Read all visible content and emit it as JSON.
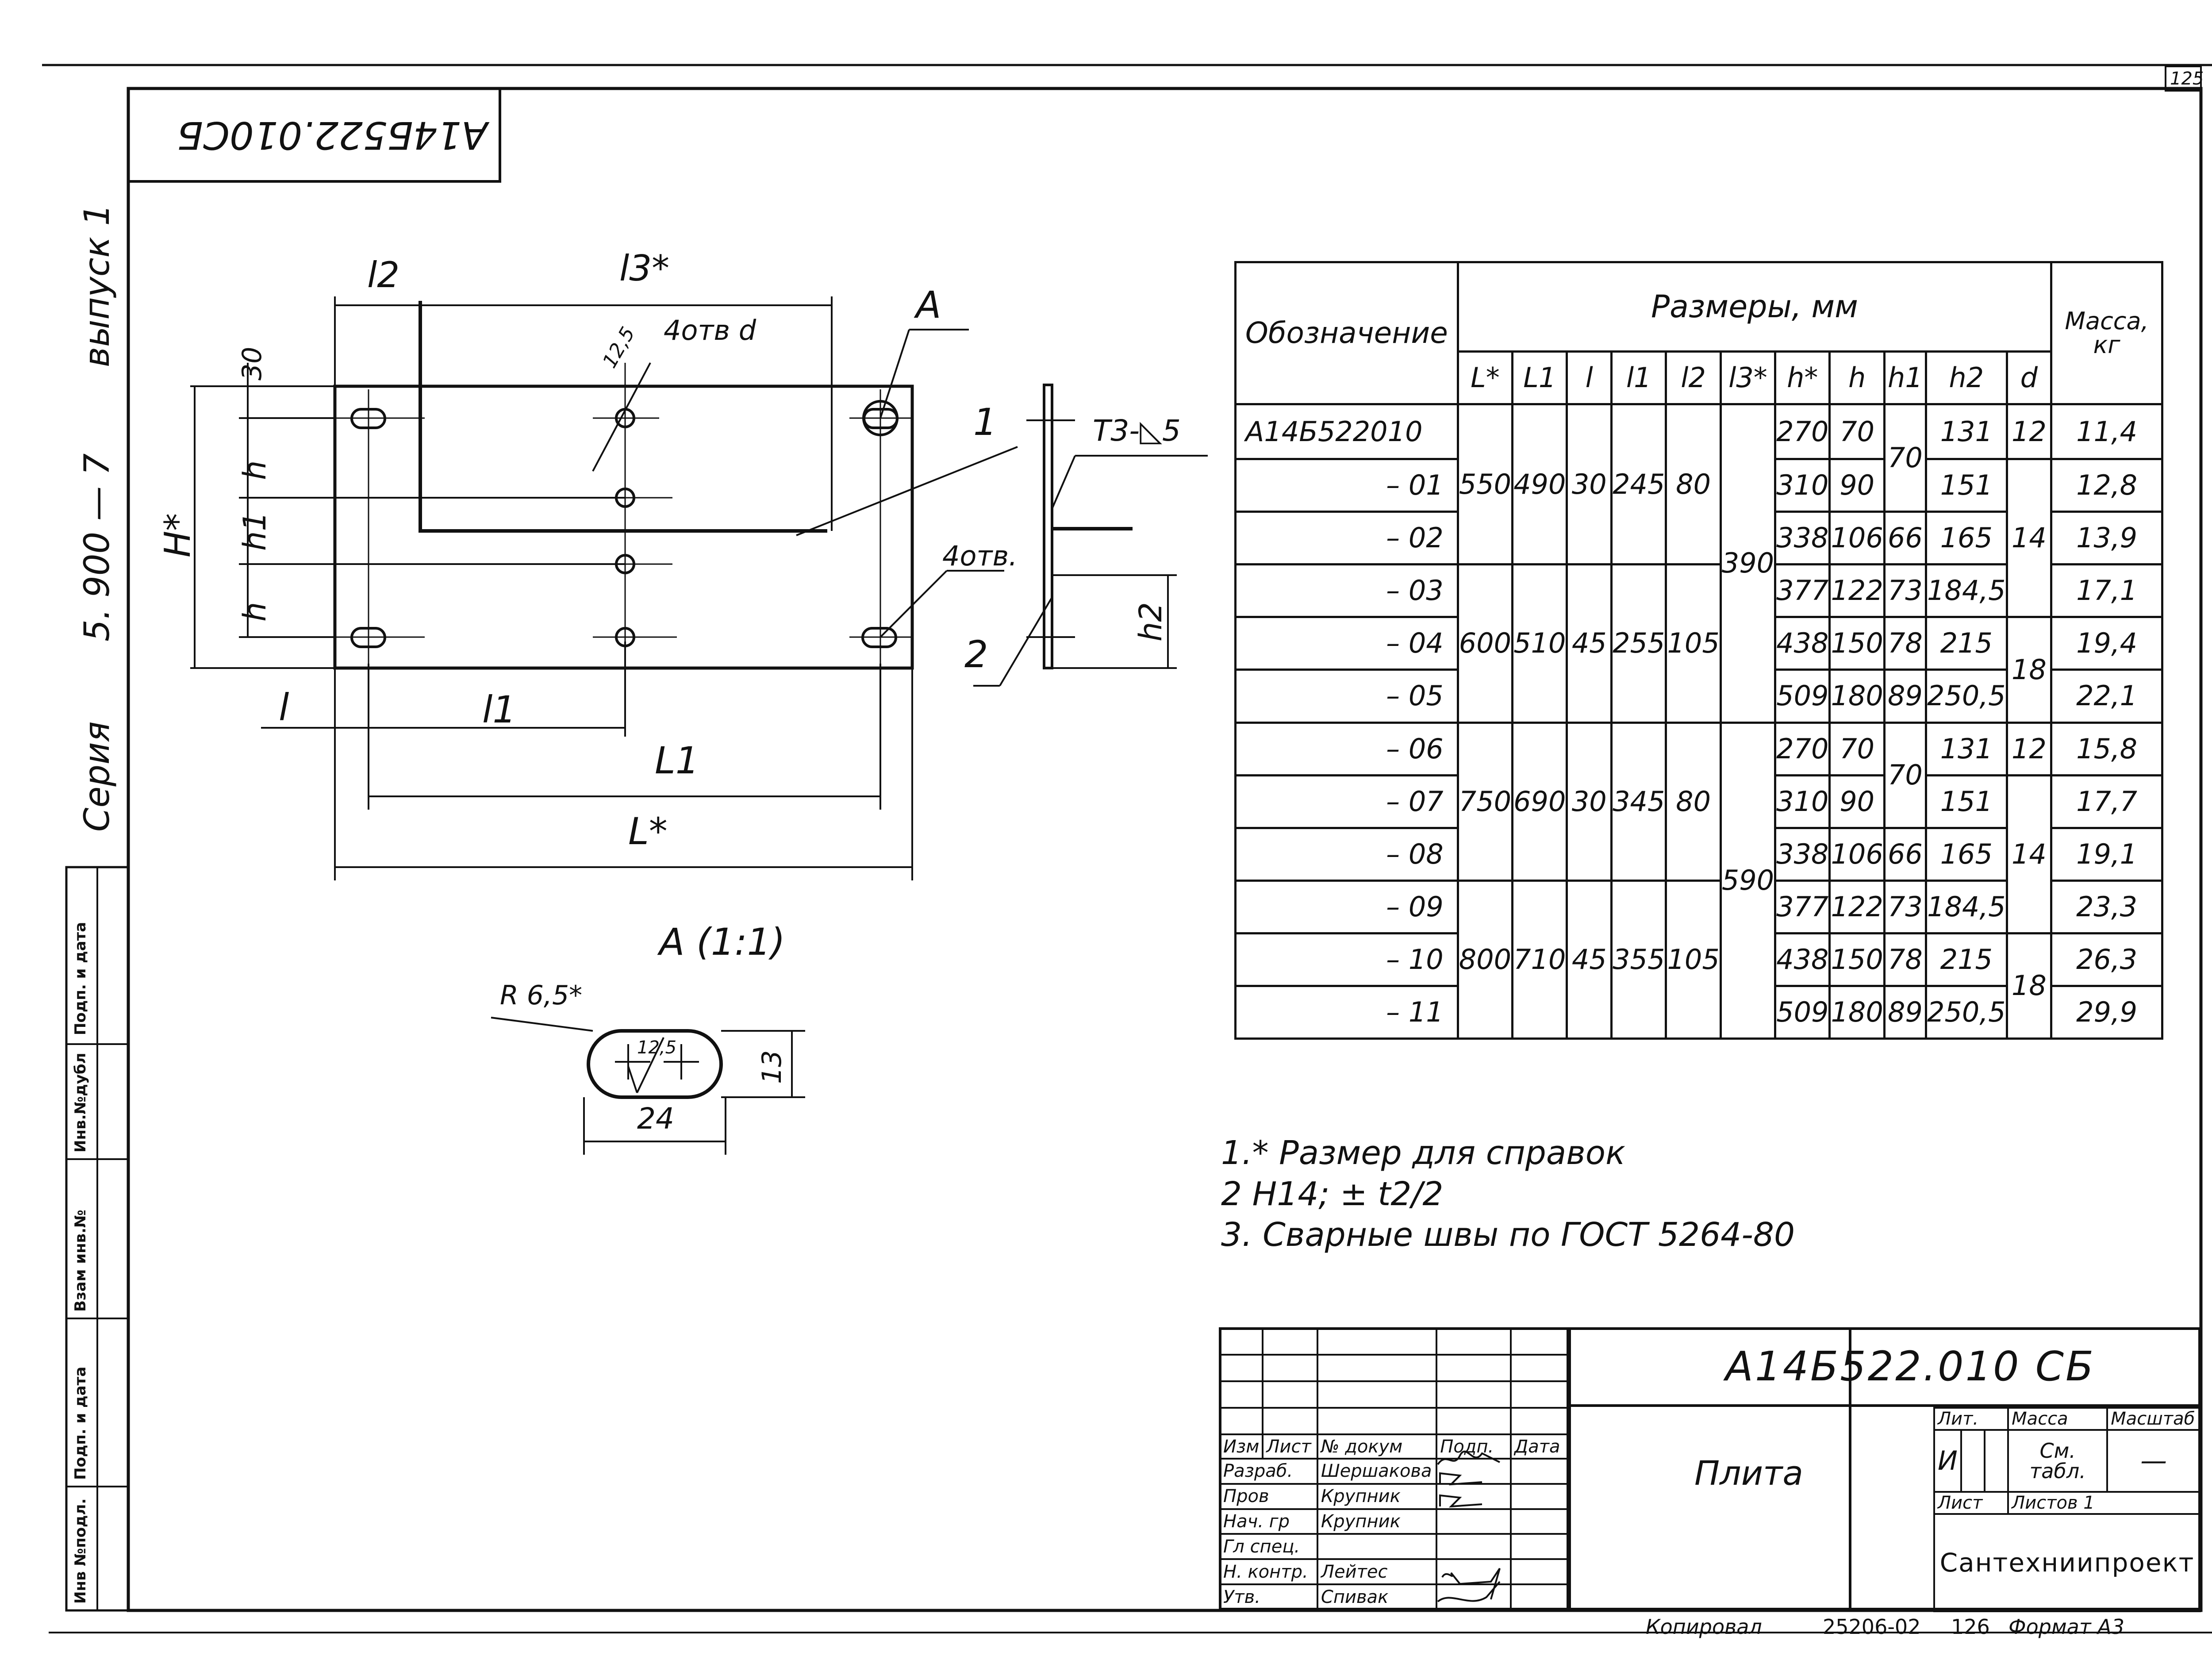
{
  "sheet": {
    "page_number": "125",
    "stamp_code": "А14Б522.010СБ",
    "series_label": "Серия",
    "series_value": "5. 900 — 7",
    "issue_label": "выпуск 1"
  },
  "margin_labels": [
    "Инв №подл.",
    "Подп. и дата",
    "Взам инв.№",
    "Инв.№дубл",
    "Подп. и дата"
  ],
  "drawing": {
    "dims": {
      "l2": "l2",
      "l3": "l3*",
      "hole_spec": "4отв d",
      "dim_125": "12,5",
      "view_a": "A",
      "dim_30": "30",
      "h_top": "h",
      "h1": "h1",
      "h_bottom": "h",
      "H": "H*",
      "hole_spec2": "4отв.",
      "l": "l",
      "l1": "l1",
      "L1": "L1",
      "L": "L*",
      "part1": "1",
      "part2": "2",
      "weld": "Т3-◺5",
      "h2": "h2"
    },
    "detail": {
      "title": "A (1:1)",
      "radius": "R 6,5*",
      "inner": "12,5",
      "width": "24",
      "height": "13"
    }
  },
  "table": {
    "header_designation": "Обозначение",
    "header_sizes": "Размеры, мм",
    "header_mass": "Масса, кг",
    "subheaders": [
      "L*",
      "L1",
      "l",
      "l1",
      "l2",
      "l3*",
      "h*",
      "h",
      "h1",
      "h2",
      "d"
    ],
    "designations": [
      "А14Б522010",
      "– 01",
      "– 02",
      "– 03",
      "– 04",
      "– 05",
      "– 06",
      "– 07",
      "– 08",
      "– 09",
      "– 10",
      "– 11"
    ],
    "groups": [
      {
        "L": "550",
        "L1": "490",
        "l": "30",
        "l1": "245",
        "l2": "80"
      },
      {
        "L": "600",
        "L1": "510",
        "l": "45",
        "l1": "255",
        "l2": "105"
      },
      {
        "L": "750",
        "L1": "690",
        "l": "30",
        "l1": "345",
        "l2": "80"
      },
      {
        "L": "800",
        "L1": "710",
        "l": "45",
        "l1": "355",
        "l2": "105"
      }
    ],
    "l3_values": [
      "390",
      "590"
    ],
    "h_star": [
      "270",
      "310",
      "338",
      "377",
      "438",
      "509",
      "270",
      "310",
      "338",
      "377",
      "438",
      "509"
    ],
    "h": [
      "70",
      "90",
      "106",
      "122",
      "150",
      "180",
      "70",
      "90",
      "106",
      "122",
      "150",
      "180"
    ],
    "h1": {
      "a": "70",
      "b": "66",
      "c": "73",
      "d": "78",
      "e": "89",
      "f": "70",
      "g": "66",
      "h": "73",
      "i": "78",
      "j": "89"
    },
    "h2": [
      "131",
      "151",
      "165",
      "184,5",
      "215",
      "250,5",
      "131",
      "151",
      "165",
      "184,5",
      "215",
      "250,5"
    ],
    "d": {
      "a": "12",
      "b": "14",
      "c": "18",
      "d": "12",
      "e": "14",
      "f": "18"
    },
    "mass": [
      "11,4",
      "12,8",
      "13,9",
      "17,1",
      "19,4",
      "22,1",
      "15,8",
      "17,7",
      "19,1",
      "23,3",
      "26,3",
      "29,9"
    ]
  },
  "notes": [
    "1.* Размер для справок",
    "2  Н14; ± t2/2",
    "3. Сварные швы по ГОСТ 5264-80"
  ],
  "title_block": {
    "doc_number": "А14Б522.010 СБ",
    "name": "Плита",
    "cols": [
      "Изм",
      "Лист",
      "№ докум",
      "Подп.",
      "Дата"
    ],
    "rows": [
      {
        "role": "Разраб.",
        "person": "Шершакова"
      },
      {
        "role": "Пров",
        "person": "Крупник"
      },
      {
        "role": "Нач. гр",
        "person": "Крупник"
      },
      {
        "role": "Гл спец.",
        "person": ""
      },
      {
        "role": "Н. контр.",
        "person": "Лейтес"
      },
      {
        "role": "Утв.",
        "person": "Спивак"
      }
    ],
    "lit_label": "Лит.",
    "lit_value": "И",
    "mass_label": "Масса",
    "mass_value": "См. табл.",
    "scale_label": "Масштаб",
    "scale_value": "—",
    "sheet_label": "Лист",
    "sheets_label": "Листов 1",
    "org": "Сантехниипроект"
  },
  "footer": {
    "copied": "Копировал",
    "code": "25206-02",
    "num": "126",
    "format": "Формат А3"
  }
}
